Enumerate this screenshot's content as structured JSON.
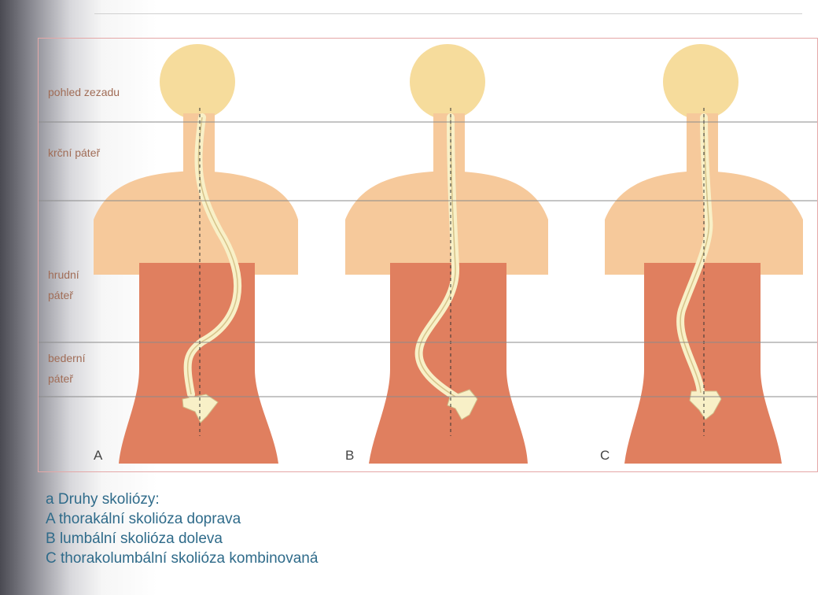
{
  "rows": {
    "view": "pohled zezadu",
    "cervical": "krční páteř",
    "thoracic_1": "hrudní",
    "thoracic_2": "páteř",
    "lumbar_1": "bederní",
    "lumbar_2": "páteř"
  },
  "panels": [
    "A",
    "B",
    "C"
  ],
  "caption": {
    "title": "a Druhy skoliózy:",
    "items": [
      "A thorakální skolióza doprava",
      "B lumbální skolióza doleva",
      "C thorakolumbální skolióza kombinovaná"
    ]
  },
  "colors": {
    "body": "#e07f5f",
    "skin": "#f6c99b",
    "hair": "#f6dc9c",
    "spine": "#f8f0c7",
    "line": "#8b8b8b",
    "caption": "#2f6b8a"
  }
}
